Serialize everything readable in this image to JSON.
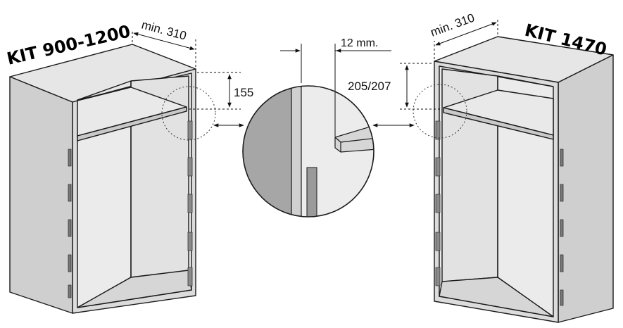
{
  "left_cabinet": {
    "title": "KIT 900-1200",
    "depth_label": "min. 310",
    "height_label": "155"
  },
  "right_cabinet": {
    "title": "KIT 1470",
    "depth_label": "min. 310",
    "height_label": "205/207"
  },
  "detail": {
    "gap_label": "12 mm."
  },
  "colors": {
    "panel_front": "#dcdcdc",
    "panel_side": "#cfcfcf",
    "panel_top": "#e6e6e6",
    "inner_back": "#e4e4e4",
    "outline": "#1a1a1a",
    "detail_dark": "#a6a6a6",
    "detail_light": "#d9d9d9"
  }
}
